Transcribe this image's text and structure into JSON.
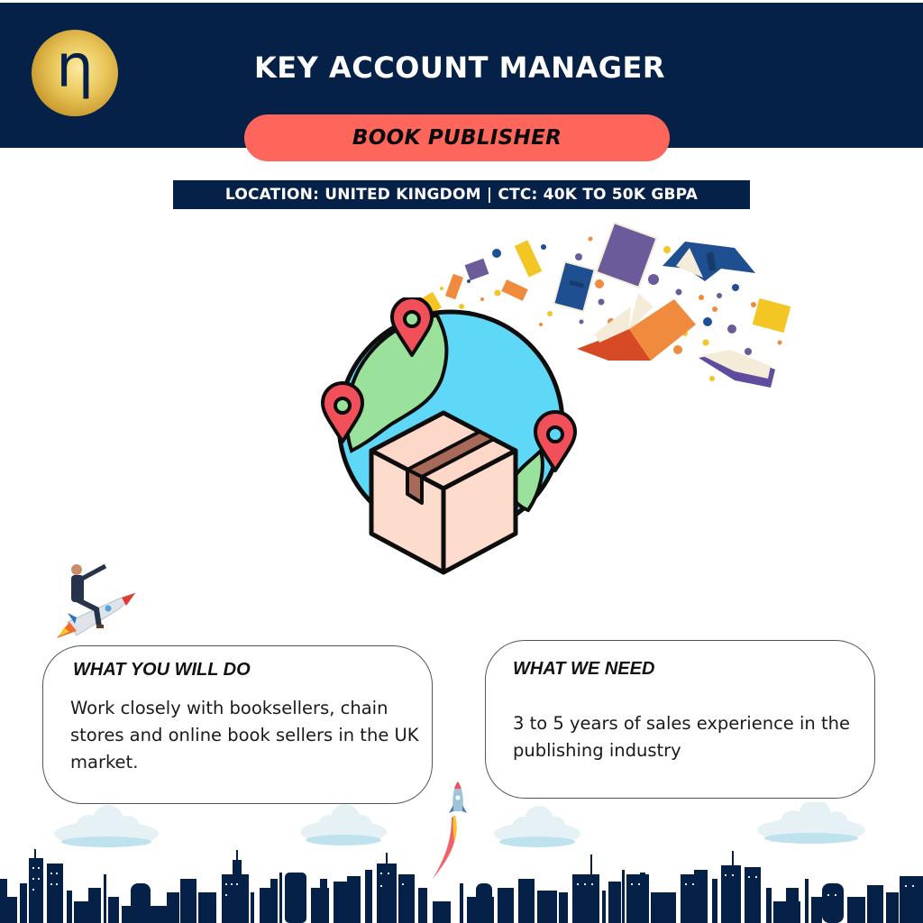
{
  "header": {
    "logo": {
      "glyph": "η",
      "icon": "gold-coin-eta-logo"
    },
    "title": "KEY ACCOUNT MANAGER",
    "subtitle": "BOOK PUBLISHER",
    "info": "LOCATION: UNITED KINGDOM | CTC: 40K TO 50K GBPA"
  },
  "illustrations": {
    "hero": "globe-with-box-and-location-pins",
    "books": "flying-books",
    "businessman": "businessman-riding-rocket",
    "small_rocket": "launching-rocket",
    "skyline": "city-skyline-with-clouds"
  },
  "cards": [
    {
      "title": "WHAT YOU WILL DO",
      "body": "Work closely with booksellers, chain stores and online book sellers in the UK market."
    },
    {
      "title": "WHAT WE NEED",
      "body": "3 to 5 years of sales experience in the publishing industry"
    }
  ],
  "colors": {
    "navy": "#062148",
    "coral": "#fe665b",
    "gold": "#d9b04a",
    "globe_blue": "#5fd8f8",
    "globe_green": "#9ae29b",
    "pin_red": "#f1505a",
    "box": "#fddccd"
  }
}
